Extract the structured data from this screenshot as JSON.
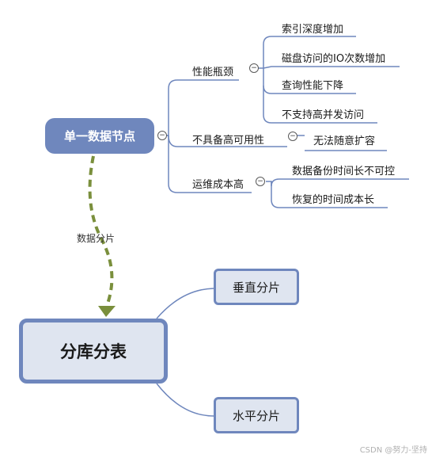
{
  "top_map": {
    "root": "单一数据节点",
    "branches": [
      {
        "label": "性能瓶颈",
        "children": [
          "索引深度增加",
          "磁盘访问的IO次数增加",
          "查询性能下降",
          "不支持高并发访问"
        ]
      },
      {
        "label": "不具备高可用性",
        "children": [
          "无法随意扩容"
        ]
      },
      {
        "label": "运维成本高",
        "children": [
          "数据备份时间长不可控",
          "恢复的时间成本长"
        ]
      }
    ]
  },
  "transition_label": "数据分片",
  "bottom_map": {
    "root": "分库分表",
    "children": [
      "垂直分片",
      "水平分片"
    ]
  },
  "watermark": "CSDN @努力-坚持",
  "colors": {
    "node_blue": "#6f87bd",
    "node_fill": "#dfe5f0",
    "arrow_green": "#7a8f3c"
  }
}
